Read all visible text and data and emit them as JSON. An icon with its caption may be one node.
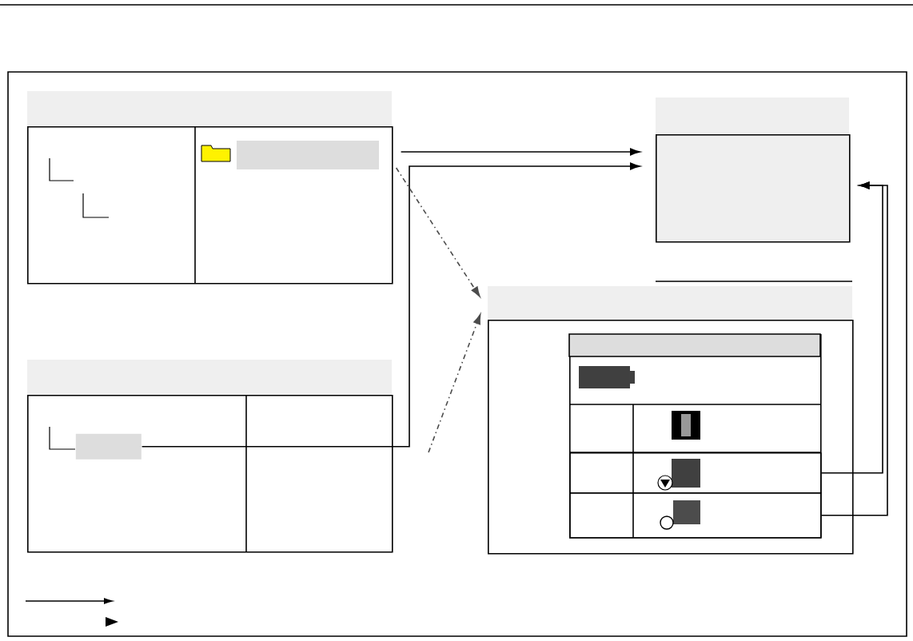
{
  "diagram": {
    "nodes": [
      {
        "text": [],
        "shape": "box"
      },
      {
        "text": [],
        "shape": "box"
      },
      {
        "text": [],
        "shape": "box"
      },
      {
        "text": [],
        "shape": "box",
        "in": 2
      },
      {
        "text": [],
        "shape": "box"
      },
      {
        "text": [],
        "shape": "box",
        "in": 4
      },
      {
        "text": [],
        "shape": "box",
        "in": 5
      },
      {
        "text": [],
        "shape": "box",
        "in": 5
      }
    ],
    "edges": [
      {
        "from": 0,
        "to": 1,
        "arrow": "to"
      },
      {
        "from": 3,
        "to": 1,
        "arrow": "to"
      },
      {
        "from": 0,
        "to": 4,
        "arrow": "to",
        "style": "dashed"
      },
      {
        "from": null,
        "to": 4,
        "arrow": "to",
        "style": "dashed"
      },
      {
        "from": 6,
        "to": 1,
        "arrow": "to"
      },
      {
        "from": 7,
        "to": 1,
        "arrow": "to"
      }
    ]
  }
}
